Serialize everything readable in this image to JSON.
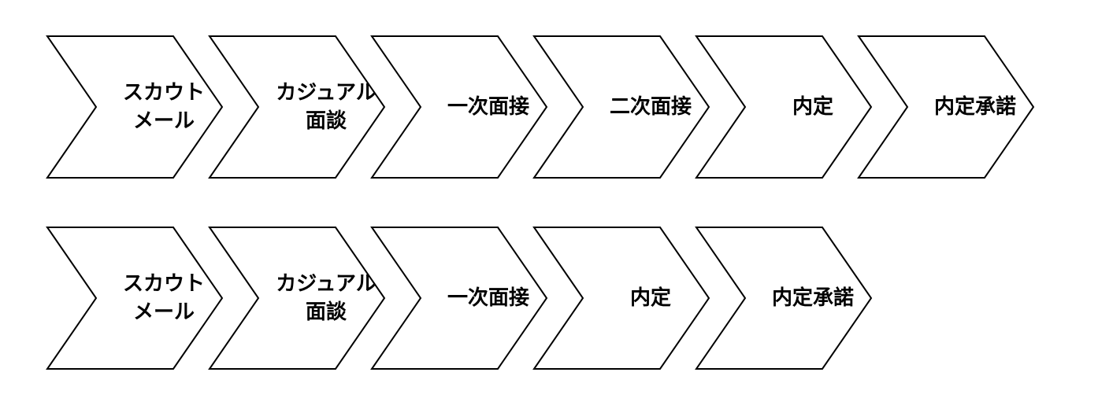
{
  "flows": [
    {
      "id": "standard",
      "steps": [
        {
          "lines": [
            "スカウト",
            "メール"
          ]
        },
        {
          "lines": [
            "カジュアル",
            "面談"
          ]
        },
        {
          "lines": [
            "一次面接"
          ]
        },
        {
          "lines": [
            "二次面接"
          ]
        },
        {
          "lines": [
            "内定"
          ]
        },
        {
          "lines": [
            "内定承諾"
          ]
        }
      ]
    },
    {
      "id": "short",
      "steps": [
        {
          "lines": [
            "スカウト",
            "メール"
          ]
        },
        {
          "lines": [
            "カジュアル",
            "面談"
          ]
        },
        {
          "lines": [
            "一次面接"
          ]
        },
        {
          "lines": [
            "内定"
          ]
        },
        {
          "lines": [
            "内定承諾"
          ]
        }
      ]
    }
  ],
  "colors": {
    "stroke": "#000000",
    "fill": "#ffffff",
    "text": "#000000"
  }
}
